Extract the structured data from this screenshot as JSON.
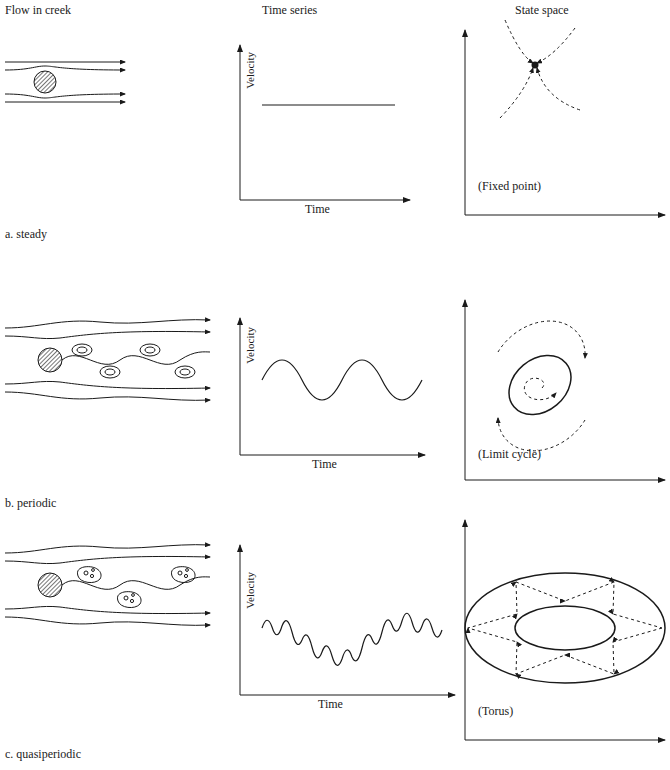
{
  "diagram": {
    "labels": [
      "Flow in creek",
      "Time series",
      "State space",
      "Velocity",
      "Time",
      "(Fixed point)",
      "a. steady",
      "Velocity",
      "Time",
      "(Limit cycle)",
      "b. periodic",
      "Velocity",
      "Time",
      "(Torus)",
      "c. quasiperiodic"
    ]
  }
}
